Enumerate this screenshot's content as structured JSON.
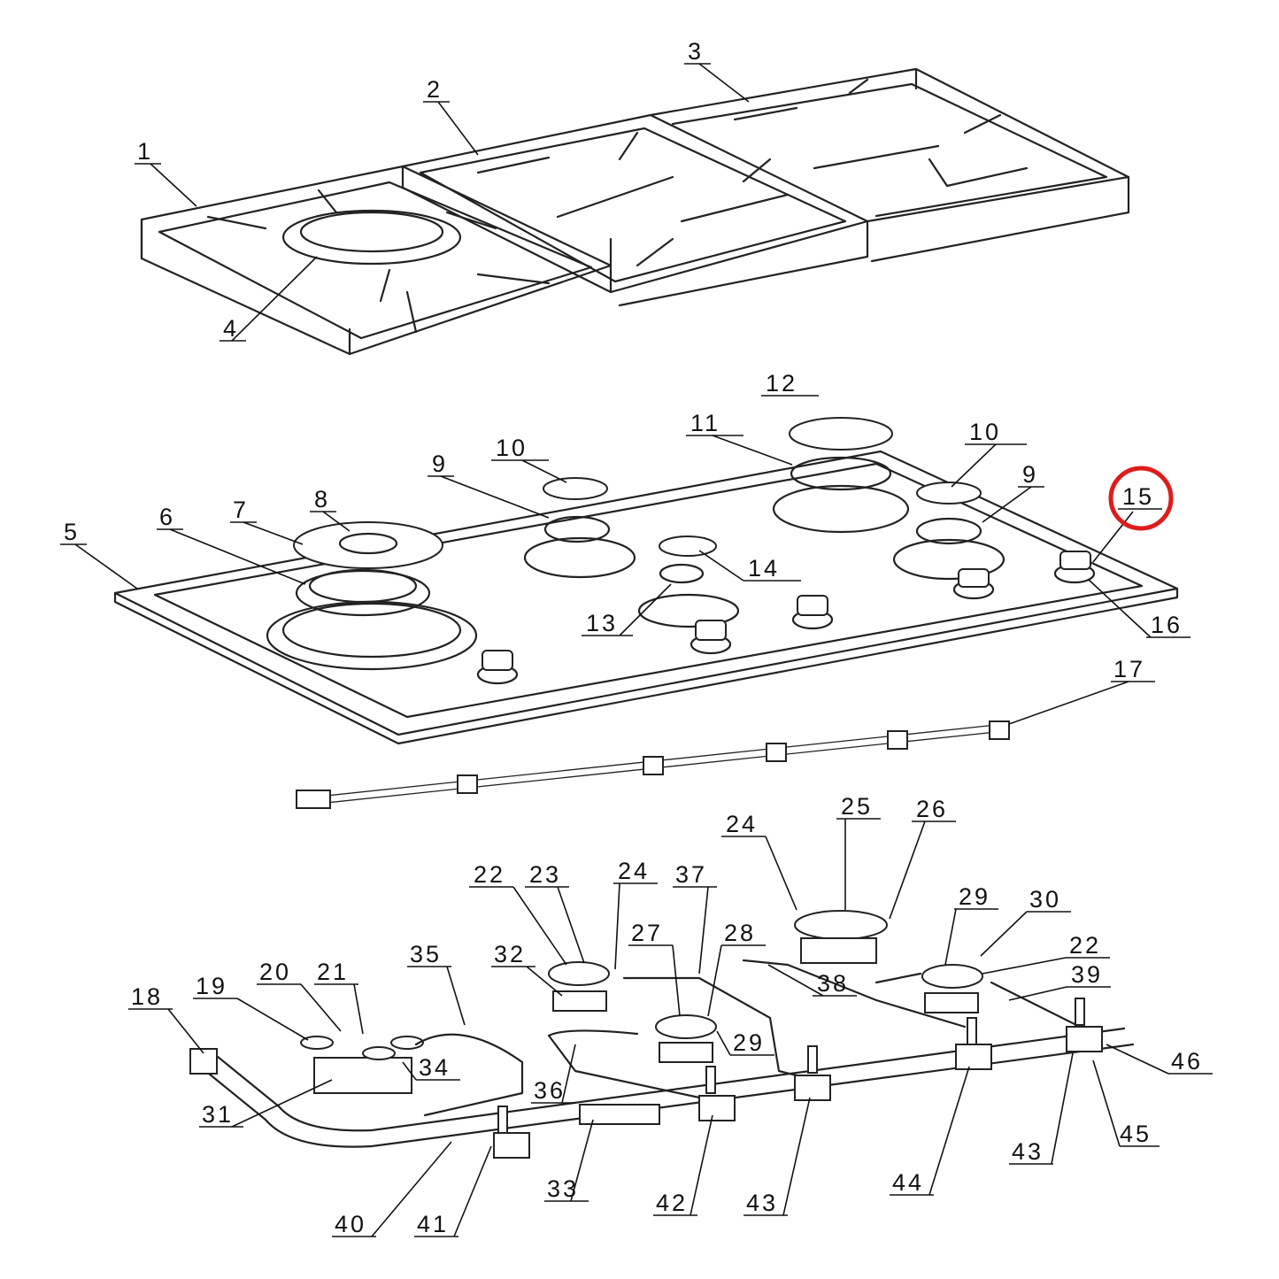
{
  "callouts": [
    {
      "id": "c1",
      "text": "1"
    },
    {
      "id": "c2",
      "text": "2"
    },
    {
      "id": "c3",
      "text": "3"
    },
    {
      "id": "c4",
      "text": "4"
    },
    {
      "id": "c5",
      "text": "5"
    },
    {
      "id": "c6",
      "text": "6"
    },
    {
      "id": "c7",
      "text": "7"
    },
    {
      "id": "c8",
      "text": "8"
    },
    {
      "id": "c9a",
      "text": "9"
    },
    {
      "id": "c10a",
      "text": "10"
    },
    {
      "id": "c11",
      "text": "11"
    },
    {
      "id": "c12",
      "text": "12"
    },
    {
      "id": "c10b",
      "text": "10"
    },
    {
      "id": "c9b",
      "text": "9"
    },
    {
      "id": "c15",
      "text": "15"
    },
    {
      "id": "c14",
      "text": "14"
    },
    {
      "id": "c13",
      "text": "13"
    },
    {
      "id": "c16",
      "text": "16"
    },
    {
      "id": "c17",
      "text": "17"
    },
    {
      "id": "c25",
      "text": "25"
    },
    {
      "id": "c26",
      "text": "26"
    },
    {
      "id": "c24b",
      "text": "24"
    },
    {
      "id": "c22a",
      "text": "22"
    },
    {
      "id": "c23",
      "text": "23"
    },
    {
      "id": "c24a",
      "text": "24"
    },
    {
      "id": "c37",
      "text": "37"
    },
    {
      "id": "c29b",
      "text": "29"
    },
    {
      "id": "c30",
      "text": "30"
    },
    {
      "id": "c22b",
      "text": "22"
    },
    {
      "id": "c39",
      "text": "39"
    },
    {
      "id": "c38",
      "text": "38"
    },
    {
      "id": "c27",
      "text": "27"
    },
    {
      "id": "c28",
      "text": "28"
    },
    {
      "id": "c32",
      "text": "32"
    },
    {
      "id": "c35",
      "text": "35"
    },
    {
      "id": "c18",
      "text": "18"
    },
    {
      "id": "c19",
      "text": "19"
    },
    {
      "id": "c20",
      "text": "20"
    },
    {
      "id": "c21",
      "text": "21"
    },
    {
      "id": "c34",
      "text": "34"
    },
    {
      "id": "c29a",
      "text": "29"
    },
    {
      "id": "c36",
      "text": "36"
    },
    {
      "id": "c46",
      "text": "46"
    },
    {
      "id": "c45",
      "text": "45"
    },
    {
      "id": "c31",
      "text": "31"
    },
    {
      "id": "c33",
      "text": "33"
    },
    {
      "id": "c42",
      "text": "42"
    },
    {
      "id": "c43a",
      "text": "43"
    },
    {
      "id": "c44",
      "text": "44"
    },
    {
      "id": "c43b",
      "text": "43"
    },
    {
      "id": "c40",
      "text": "40"
    },
    {
      "id": "c41",
      "text": "41"
    }
  ],
  "highlight": {
    "callout": "15",
    "color": "#e01b1b"
  }
}
